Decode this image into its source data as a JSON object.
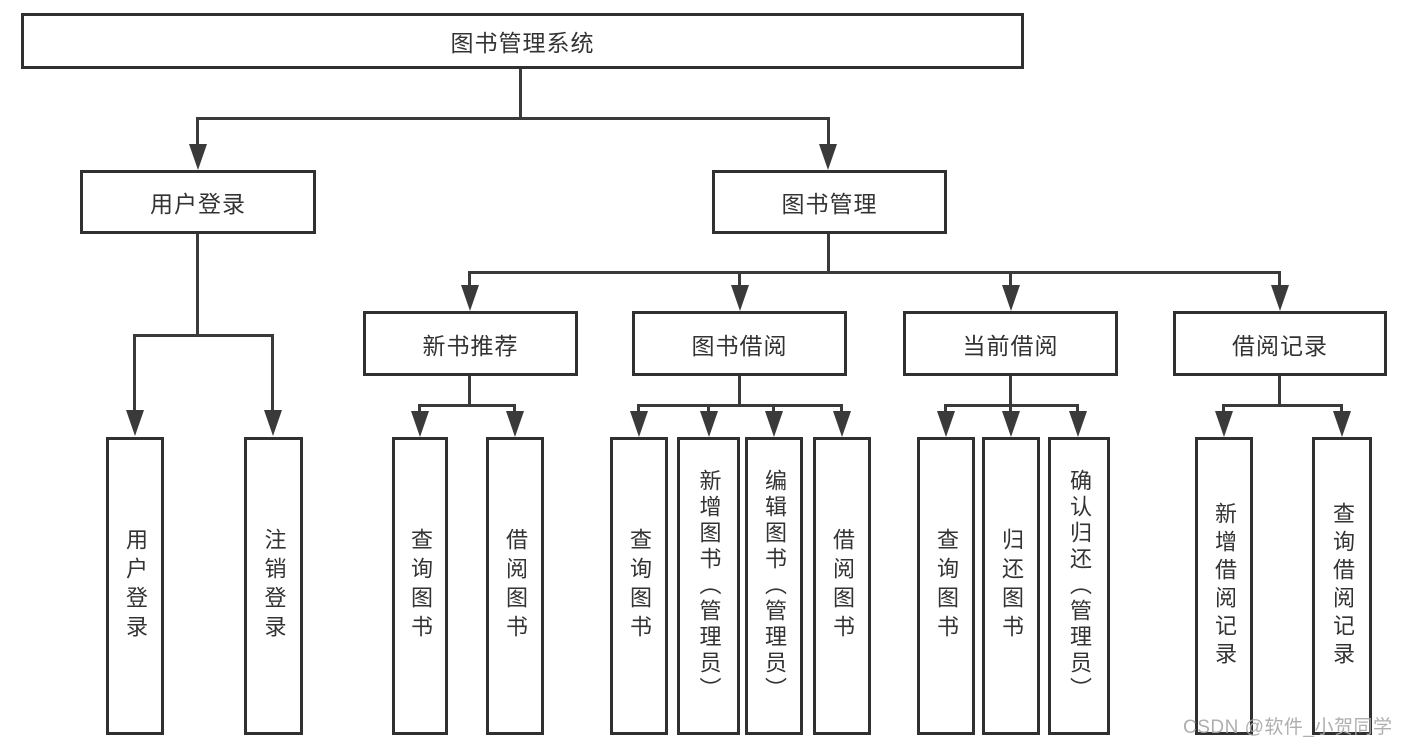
{
  "tree": {
    "label": "图书管理系统",
    "children": [
      {
        "label": "用户登录",
        "children": [
          {
            "label": "用户登录"
          },
          {
            "label": "注销登录"
          }
        ]
      },
      {
        "label": "图书管理",
        "children": [
          {
            "label": "新书推荐",
            "children": [
              {
                "label": "查询图书"
              },
              {
                "label": "借阅图书"
              }
            ]
          },
          {
            "label": "图书借阅",
            "children": [
              {
                "label": "查询图书"
              },
              {
                "label": "新增图书（管理员）"
              },
              {
                "label": "编辑图书（管理员）"
              },
              {
                "label": "借阅图书"
              }
            ]
          },
          {
            "label": "当前借阅",
            "children": [
              {
                "label": "查询图书"
              },
              {
                "label": "归还图书"
              },
              {
                "label": "确认归还（管理员）"
              }
            ]
          },
          {
            "label": "借阅记录",
            "children": [
              {
                "label": "新增借阅记录"
              },
              {
                "label": "查询借阅记录"
              }
            ]
          }
        ]
      }
    ]
  },
  "watermark": "CSDN @软件_小贺同学",
  "colors": {
    "line": "#3a3a3a",
    "border": "#303030",
    "text": "#333333",
    "watermark": "#a8a8a8",
    "background": "#ffffff"
  }
}
